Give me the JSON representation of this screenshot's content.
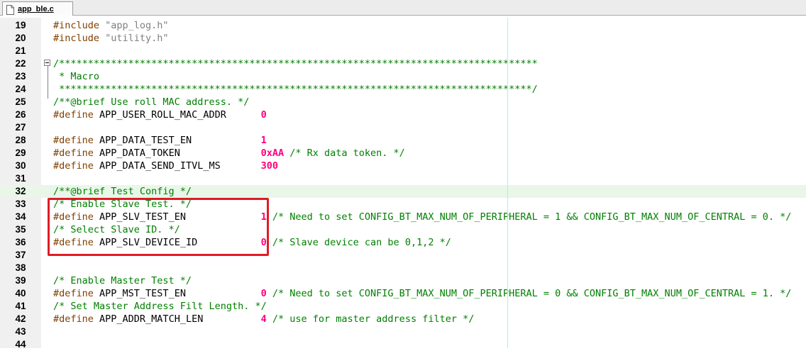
{
  "tab": {
    "label": "app_ble.c",
    "icon": "file-icon"
  },
  "lines": [
    {
      "n": "19",
      "parts": [
        [
          "pp",
          "#include "
        ],
        [
          "str",
          "\"app_log.h\""
        ]
      ]
    },
    {
      "n": "20",
      "parts": [
        [
          "pp",
          "#include "
        ],
        [
          "str",
          "\"utility.h\""
        ]
      ]
    },
    {
      "n": "21",
      "parts": []
    },
    {
      "n": "22",
      "parts": [
        [
          "cm",
          "/***********************************************************************************"
        ]
      ]
    },
    {
      "n": "23",
      "parts": [
        [
          "cm",
          " * Macro"
        ]
      ]
    },
    {
      "n": "24",
      "parts": [
        [
          "cm",
          " **********************************************************************************/"
        ]
      ]
    },
    {
      "n": "25",
      "parts": [
        [
          "cm",
          "/**@brief Use roll MAC address. */"
        ]
      ]
    },
    {
      "n": "26",
      "parts": [
        [
          "pp",
          "#define "
        ],
        [
          "id",
          "APP_USER_ROLL_MAC_ADDR      "
        ],
        [
          "num",
          "0"
        ]
      ]
    },
    {
      "n": "27",
      "parts": []
    },
    {
      "n": "28",
      "parts": [
        [
          "pp",
          "#define "
        ],
        [
          "id",
          "APP_DATA_TEST_EN            "
        ],
        [
          "num",
          "1"
        ]
      ]
    },
    {
      "n": "29",
      "parts": [
        [
          "pp",
          "#define "
        ],
        [
          "id",
          "APP_DATA_TOKEN              "
        ],
        [
          "num",
          "0xAA"
        ],
        [
          "cm",
          " /* Rx data token. */"
        ]
      ]
    },
    {
      "n": "30",
      "parts": [
        [
          "pp",
          "#define "
        ],
        [
          "id",
          "APP_DATA_SEND_ITVL_MS       "
        ],
        [
          "num",
          "300"
        ]
      ]
    },
    {
      "n": "31",
      "parts": []
    },
    {
      "n": "32",
      "parts": [
        [
          "cm",
          "/**@brief Test Config */"
        ]
      ],
      "hl": true
    },
    {
      "n": "33",
      "parts": [
        [
          "cm",
          "/* Enable Slave Test. */"
        ]
      ]
    },
    {
      "n": "34",
      "parts": [
        [
          "pp",
          "#define "
        ],
        [
          "id",
          "APP_SLV_TEST_EN             "
        ],
        [
          "num",
          "1"
        ],
        [
          "cm",
          " /* Need to set CONFIG_BT_MAX_NUM_OF_PERIPHERAL = 1 && CONFIG_BT_MAX_NUM_OF_CENTRAL = 0. */"
        ]
      ]
    },
    {
      "n": "35",
      "parts": [
        [
          "cm",
          "/* Select Slave ID. */"
        ]
      ]
    },
    {
      "n": "36",
      "parts": [
        [
          "pp",
          "#define "
        ],
        [
          "id",
          "APP_SLV_DEVICE_ID           "
        ],
        [
          "num",
          "0"
        ],
        [
          "cm",
          " /* Slave device can be 0,1,2 */"
        ]
      ]
    },
    {
      "n": "37",
      "parts": []
    },
    {
      "n": "38",
      "parts": []
    },
    {
      "n": "39",
      "parts": [
        [
          "cm",
          "/* Enable Master Test */"
        ]
      ]
    },
    {
      "n": "40",
      "parts": [
        [
          "pp",
          "#define "
        ],
        [
          "id",
          "APP_MST_TEST_EN             "
        ],
        [
          "num",
          "0"
        ],
        [
          "cm",
          " /* Need to set CONFIG_BT_MAX_NUM_OF_PERIPHERAL = 0 && CONFIG_BT_MAX_NUM_OF_CENTRAL = 1. */"
        ]
      ]
    },
    {
      "n": "41",
      "parts": [
        [
          "cm",
          "/* Set Master Address Filt Length. */"
        ]
      ]
    },
    {
      "n": "42",
      "parts": [
        [
          "pp",
          "#define "
        ],
        [
          "id",
          "APP_ADDR_MATCH_LEN          "
        ],
        [
          "num",
          "4"
        ],
        [
          "cm",
          " /* use for master address filter */"
        ]
      ]
    },
    {
      "n": "43",
      "parts": []
    },
    {
      "n": "44",
      "parts": []
    }
  ],
  "colors": {
    "annotation_box": "#e01b24",
    "edge_line": "#80ffff",
    "comment": "#008000",
    "number": "#ff0080",
    "preprocessor": "#804000"
  }
}
